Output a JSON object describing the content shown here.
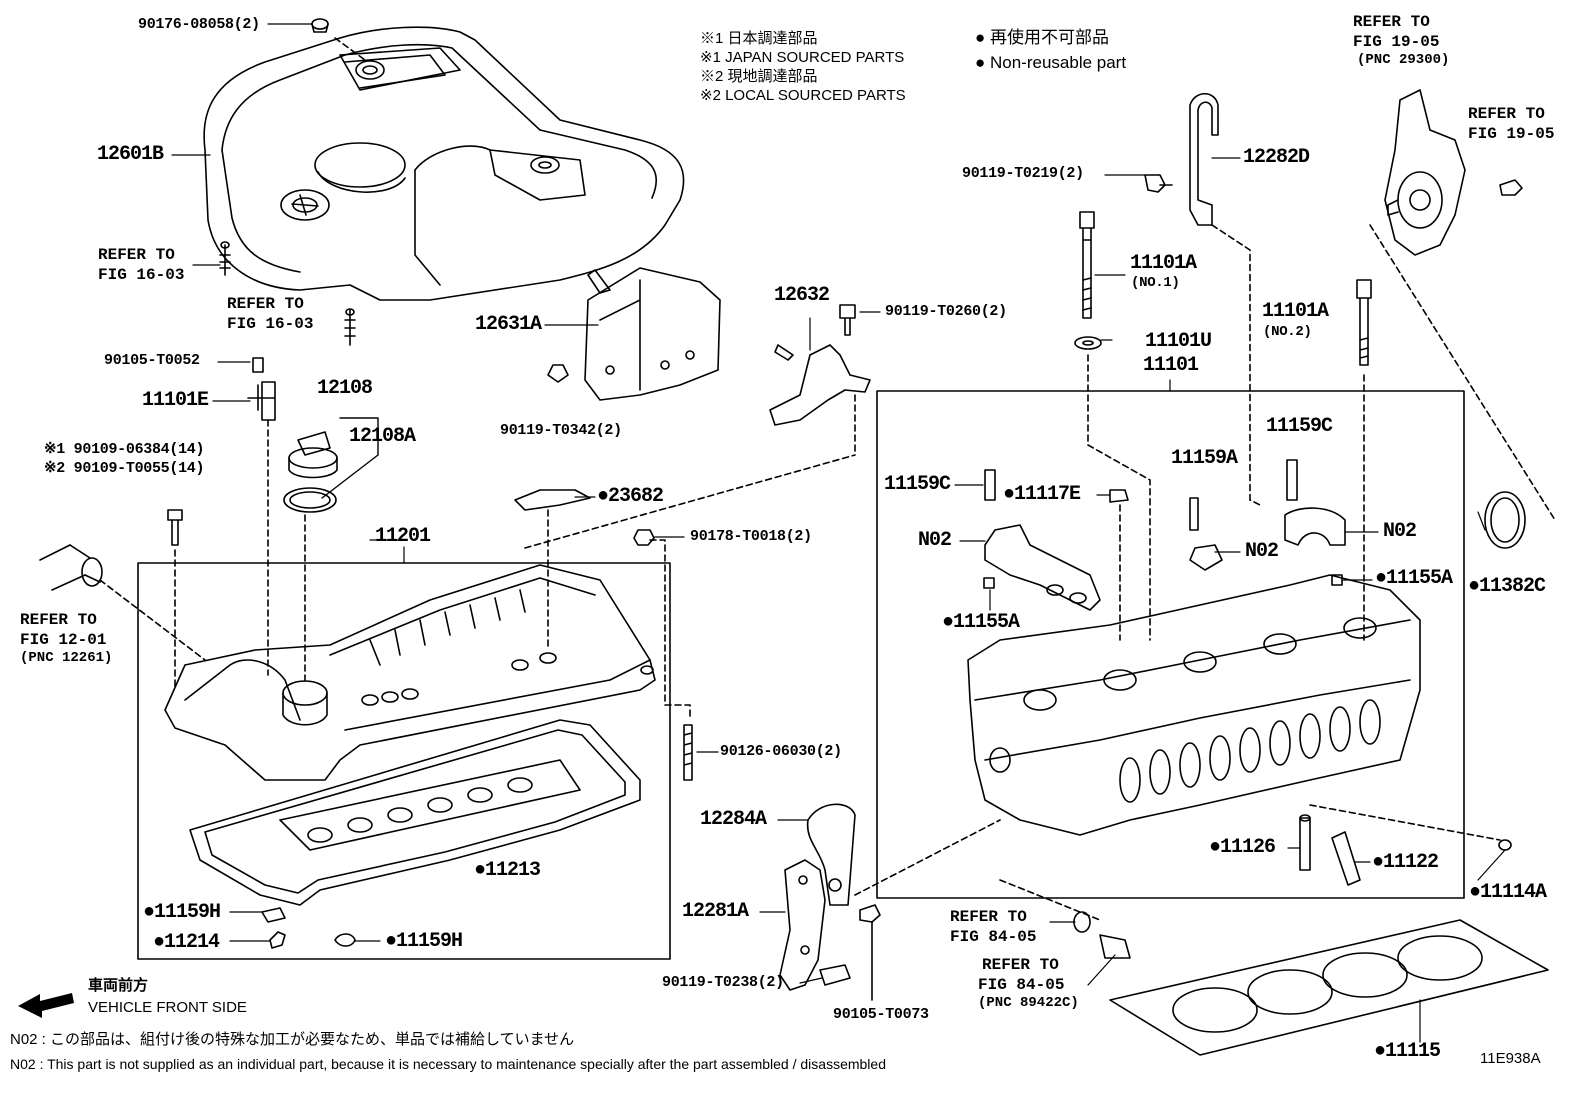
{
  "legend": {
    "japan_jp": "※1 日本調達部品",
    "japan_en": "※1 JAPAN SOURCED PARTS",
    "local_jp": "※2 現地調達部品",
    "local_en": "※2 LOCAL SOURCED PARTS",
    "nonreuse_jp": "● 再使用不可部品",
    "nonreuse_en": "● Non-reusable part"
  },
  "refer_notes": {
    "fig_19_05_a": [
      "REFER TO",
      "FIG 19-05",
      "(PNC 29300)"
    ],
    "fig_19_05_b": [
      "REFER TO",
      "FIG 19-05"
    ],
    "fig_16_03_a": [
      "REFER TO",
      "FIG 16-03"
    ],
    "fig_16_03_b": [
      "REFER TO",
      "FIG 16-03"
    ],
    "fig_12_01": [
      "REFER TO",
      "FIG 12-01",
      "(PNC 12261)"
    ],
    "fig_84_05_a": [
      "REFER TO",
      "FIG 84-05"
    ],
    "fig_84_05_b": [
      "REFER TO",
      "FIG 84-05",
      "(PNC 89422C)"
    ]
  },
  "parts": {
    "p90176": "90176-08058(2)",
    "p12601B": "12601B",
    "p90105_T0052": "90105-T0052",
    "p11101E": "11101E",
    "p12108": "12108",
    "p12108A": "12108A",
    "p90109_06384": "※1 90109-06384(14)",
    "p90109_T0055": "※2 90109-T0055(14)",
    "p12631A": "12631A",
    "p90119_T0342": "90119-T0342(2)",
    "p12632": "12632",
    "p90119_T0260": "90119-T0260(2)",
    "p90119_T0219": "90119-T0219(2)",
    "p12282D": "12282D",
    "p11101A_1": "11101A",
    "p11101A_1_sub": "(NO.1)",
    "p11101U": "11101U",
    "p11101": "11101",
    "p11101A_2": "11101A",
    "p11101A_2_sub": "(NO.2)",
    "p23682": "23682",
    "p90178": "90178-T0018(2)",
    "p11201": "11201",
    "p11159C_a": "11159C",
    "p11117E": "11117E",
    "p11159A": "11159A",
    "p11159C_b": "11159C",
    "p N02_a": "N02",
    "pN02_a": "N02",
    "pN02_b": "N02",
    "pN02_c": "N02",
    "p11155A_a": "11155A",
    "p11155A_b": "11155A",
    "p11382C": "11382C",
    "p90126": "90126-06030(2)",
    "p11213": "11213",
    "p11159H_a": "11159H",
    "p11214": "11214",
    "p11159H_b": "11159H",
    "p12284A": "12284A",
    "p12281A": "12281A",
    "p90119_T0238": "90119-T0238(2)",
    "p90105_T0073": "90105-T0073",
    "p11126": "11126",
    "p11122": "11122",
    "p11114A": "11114A",
    "p11115": "11115"
  },
  "footer": {
    "front_jp": "車両前方",
    "front_en": "VEHICLE FRONT SIDE",
    "n02_jp": "N02 : この部品は、組付け後の特殊な加工が必要なため、単品では補給していません",
    "n02_en": "N02 : This part is not supplied as an individual part, because it is necessary to maintenance specially after the part assembled / disassembled",
    "fig_code": "11E938A"
  }
}
